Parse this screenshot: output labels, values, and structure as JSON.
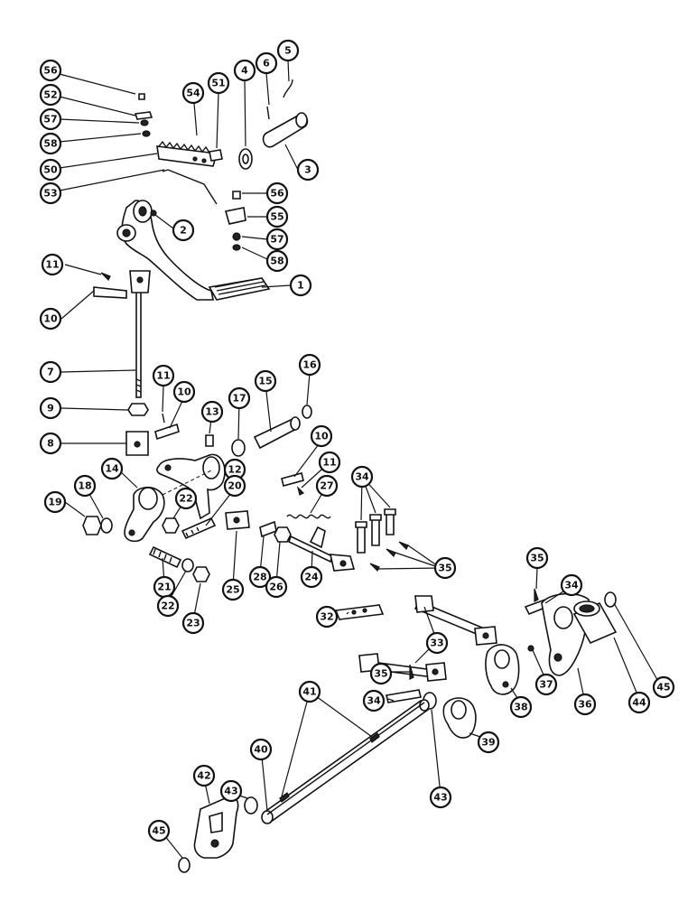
{
  "callouts": [
    {
      "id": "c56a",
      "label": "56"
    },
    {
      "id": "c52",
      "label": "52"
    },
    {
      "id": "c57a",
      "label": "57"
    },
    {
      "id": "c58a",
      "label": "58"
    },
    {
      "id": "c50",
      "label": "50"
    },
    {
      "id": "c53",
      "label": "53"
    },
    {
      "id": "c54",
      "label": "54"
    },
    {
      "id": "c51",
      "label": "51"
    },
    {
      "id": "c4",
      "label": "4"
    },
    {
      "id": "c6",
      "label": "6"
    },
    {
      "id": "c5",
      "label": "5"
    },
    {
      "id": "c3",
      "label": "3"
    },
    {
      "id": "c56b",
      "label": "56"
    },
    {
      "id": "c55",
      "label": "55"
    },
    {
      "id": "c57b",
      "label": "57"
    },
    {
      "id": "c58b",
      "label": "58"
    },
    {
      "id": "c2",
      "label": "2"
    },
    {
      "id": "c1",
      "label": "1"
    },
    {
      "id": "c11a",
      "label": "11"
    },
    {
      "id": "c10a",
      "label": "10"
    },
    {
      "id": "c7",
      "label": "7"
    },
    {
      "id": "c9",
      "label": "9"
    },
    {
      "id": "c8",
      "label": "8"
    },
    {
      "id": "c11b",
      "label": "11"
    },
    {
      "id": "c10b",
      "label": "10"
    },
    {
      "id": "c13",
      "label": "13"
    },
    {
      "id": "c17",
      "label": "17"
    },
    {
      "id": "c15",
      "label": "15"
    },
    {
      "id": "c16",
      "label": "16"
    },
    {
      "id": "c12",
      "label": "12"
    },
    {
      "id": "c10c",
      "label": "10"
    },
    {
      "id": "c11c",
      "label": "11"
    },
    {
      "id": "c14",
      "label": "14"
    },
    {
      "id": "c18",
      "label": "18"
    },
    {
      "id": "c19",
      "label": "19"
    },
    {
      "id": "c22a",
      "label": "22"
    },
    {
      "id": "c20",
      "label": "20"
    },
    {
      "id": "c27",
      "label": "27"
    },
    {
      "id": "c34a",
      "label": "34"
    },
    {
      "id": "c35a",
      "label": "35"
    },
    {
      "id": "c21",
      "label": "21"
    },
    {
      "id": "c22b",
      "label": "22"
    },
    {
      "id": "c23",
      "label": "23"
    },
    {
      "id": "c25",
      "label": "25"
    },
    {
      "id": "c28",
      "label": "28"
    },
    {
      "id": "c26",
      "label": "26"
    },
    {
      "id": "c24",
      "label": "24"
    },
    {
      "id": "c32",
      "label": "32"
    },
    {
      "id": "c35b",
      "label": "35"
    },
    {
      "id": "c34b",
      "label": "34"
    },
    {
      "id": "c33",
      "label": "33"
    },
    {
      "id": "c35c",
      "label": "35"
    },
    {
      "id": "c34c",
      "label": "34"
    },
    {
      "id": "c36",
      "label": "36"
    },
    {
      "id": "c37",
      "label": "37"
    },
    {
      "id": "c38",
      "label": "38"
    },
    {
      "id": "c44",
      "label": "44"
    },
    {
      "id": "c45a",
      "label": "45"
    },
    {
      "id": "c41",
      "label": "41"
    },
    {
      "id": "c40",
      "label": "40"
    },
    {
      "id": "c43a",
      "label": "43"
    },
    {
      "id": "c39",
      "label": "39"
    },
    {
      "id": "c42",
      "label": "42"
    },
    {
      "id": "c43b",
      "label": "43"
    },
    {
      "id": "c45b",
      "label": "45"
    }
  ]
}
